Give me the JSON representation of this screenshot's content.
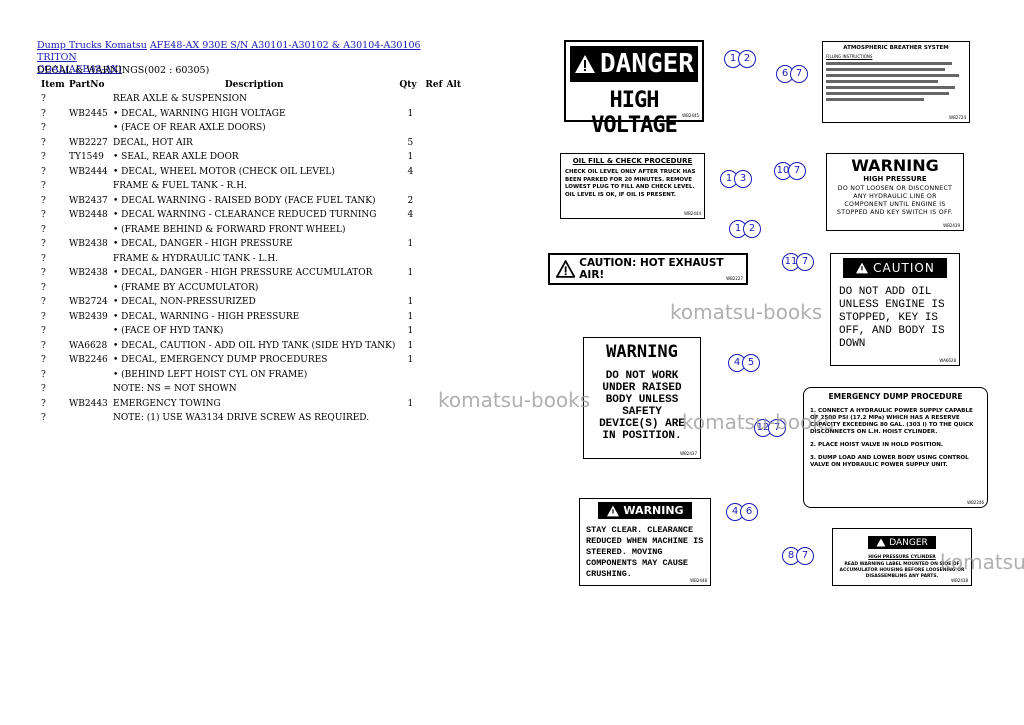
{
  "breadcrumb": {
    "link1": "Dump Trucks Komatsu",
    "link2": "AFE48-AX 930E S/N A30101-A30102 & A30104-A30106 TRITON",
    "link3": "COAL(AFE48-AX)"
  },
  "subtitle": "DECAL & WARNINGS(002 : 60305)",
  "table": {
    "headers": {
      "item": "Item",
      "part": "PartNo",
      "desc": "Description",
      "qty": "Qty",
      "ref": "Ref",
      "alt": "Alt"
    },
    "rows": [
      {
        "item": "?",
        "part": "",
        "desc": "REAR AXLE & SUSPENSION",
        "qty": ""
      },
      {
        "item": "?",
        "part": "WB2445",
        "desc": "• DECAL, WARNING HIGH VOLTAGE",
        "qty": "1"
      },
      {
        "item": "?",
        "part": "",
        "desc": "• (FACE OF REAR AXLE DOORS)",
        "qty": ""
      },
      {
        "item": "?",
        "part": "WB2227",
        "desc": "DECAL, HOT AIR",
        "qty": "5"
      },
      {
        "item": "?",
        "part": "TY1549",
        "desc": "• SEAL, REAR AXLE DOOR",
        "qty": "1"
      },
      {
        "item": "?",
        "part": "WB2444",
        "desc": "• DECAL, WHEEL MOTOR (CHECK OIL LEVEL)",
        "qty": "4"
      },
      {
        "item": "?",
        "part": "",
        "desc": "FRAME & FUEL TANK - R.H.",
        "qty": ""
      },
      {
        "item": "?",
        "part": "WB2437",
        "desc": "• DECAL WARNING - RAISED BODY (FACE FUEL TANK)",
        "qty": "2"
      },
      {
        "item": "?",
        "part": "WB2448",
        "desc": "• DECAL WARNING - CLEARANCE REDUCED TURNING",
        "qty": "4"
      },
      {
        "item": "?",
        "part": "",
        "desc": "• (FRAME BEHIND & FORWARD FRONT WHEEL)",
        "qty": ""
      },
      {
        "item": "?",
        "part": "WB2438",
        "desc": "• DECAL, DANGER - HIGH PRESSURE",
        "qty": "1"
      },
      {
        "item": "?",
        "part": "",
        "desc": "FRAME & HYDRAULIC TANK - L.H.",
        "qty": ""
      },
      {
        "item": "?",
        "part": "WB2438",
        "desc": "• DECAL, DANGER - HIGH PRESSURE ACCUMULATOR",
        "qty": "1"
      },
      {
        "item": "?",
        "part": "",
        "desc": "• (FRAME BY ACCUMULATOR)",
        "qty": ""
      },
      {
        "item": "?",
        "part": "WB2724",
        "desc": "• DECAL, NON-PRESSURIZED",
        "qty": "1"
      },
      {
        "item": "?",
        "part": "WB2439",
        "desc": "• DECAL, WARNING - HIGH PRESSURE",
        "qty": "1"
      },
      {
        "item": "?",
        "part": "",
        "desc": "• (FACE OF HYD TANK)",
        "qty": "1"
      },
      {
        "item": "?",
        "part": "WA6628",
        "desc": "• DECAL, CAUTION - ADD OIL HYD TANK (SIDE HYD TANK)",
        "qty": "1"
      },
      {
        "item": "?",
        "part": "WB2246",
        "desc": "• DECAL, EMERGENCY DUMP PROCEDURES",
        "qty": "1"
      },
      {
        "item": "?",
        "part": "",
        "desc": "• (BEHIND LEFT HOIST CYL ON FRAME)",
        "qty": ""
      },
      {
        "item": "?",
        "part": "",
        "desc": "NOTE: NS = NOT SHOWN",
        "qty": ""
      },
      {
        "item": "?",
        "part": "WB2443",
        "desc": "EMERGENCY TOWING",
        "qty": "1"
      },
      {
        "item": "?",
        "part": "",
        "desc": "NOTE: (1) USE WA3134 DRIVE SCREW AS REQUIRED.",
        "qty": ""
      }
    ]
  },
  "decals": {
    "danger_hv": {
      "header": "DANGER",
      "body": "HIGH VOLTAGE",
      "partno": "WB2445"
    },
    "breather": {
      "title": "ATMOSPHERIC BREATHER SYSTEM",
      "sub": "FILLING INSTRUCTIONS",
      "partno": "WB2724"
    },
    "oilfill": {
      "title": "OIL FILL & CHECK PROCEDURE",
      "body": "CHECK OIL LEVEL ONLY AFTER TRUCK HAS BEEN PARKED FOR 20 MINUTES. REMOVE LOWEST PLUG TO FILL AND CHECK LEVEL. OIL LEVEL IS OK, IF OIL IS PRESENT.",
      "partno": "WB2444"
    },
    "warning_hp": {
      "title": "WARNING",
      "sub": "HIGH PRESSURE",
      "body": "DO NOT LOOSEN OR DISCONNECT ANY HYDRAULIC LINE OR COMPONENT UNTIL ENGINE IS STOPPED AND KEY SWITCH IS OFF.",
      "partno": "WB2439"
    },
    "hotair": {
      "text": "CAUTION: HOT EXHAUST AIR!",
      "partno": "WB2227"
    },
    "caution_oil": {
      "header": "CAUTION",
      "body": "DO NOT ADD OIL UNLESS ENGINE IS STOPPED, KEY IS OFF, AND BODY IS DOWN",
      "partno": "WA6628"
    },
    "warning_raised": {
      "title": "WARNING",
      "body": "DO NOT WORK UNDER RAISED BODY UNLESS SAFETY DEVICE(S) ARE IN POSITION.",
      "partno": "WB2437"
    },
    "emergency": {
      "title": "EMERGENCY DUMP PROCEDURE",
      "s1": "1. CONNECT A HYDRAULIC POWER SUPPLY CAPABLE OF 2500 PSI (17.2 MPa) WHICH HAS A RESERVE CAPACITY EXCEEDING 80 GAL. (303 l) TO THE QUICK DISCONNECTS ON L.H. HOIST CYLINDER.",
      "s2": "2. PLACE HOIST VALVE IN HOLD POSITION.",
      "s3": "3. DUMP LOAD AND LOWER BODY USING CONTROL VALVE ON HYDRAULIC POWER SUPPLY UNIT.",
      "partno": "WB2246"
    },
    "warning_clear": {
      "header": "WARNING",
      "body": "STAY CLEAR. CLEARANCE REDUCED WHEN MACHINE IS STEERED. MOVING COMPONENTS MAY CAUSE CRUSHING.",
      "partno": "WB2448"
    },
    "danger_acc": {
      "header": "DANGER",
      "sub": "HIGH PRESSURE CYLINDER",
      "body": "READ WARNING LABEL MOUNTED ON SIDE OF ACCUMULATOR HOUSING BEFORE LOOSENING OR DISASSEMBLING ANY PARTS.",
      "partno": "WB2438"
    }
  },
  "callouts": {
    "c1": [
      "1",
      "2"
    ],
    "c2": [
      "6",
      "7"
    ],
    "c3": [
      "1",
      "3"
    ],
    "c4": [
      "10",
      "7"
    ],
    "c5": [
      "1",
      "2"
    ],
    "c6": [
      "11",
      "7"
    ],
    "c7": [
      "4",
      "5"
    ],
    "c8": [
      "12",
      "7"
    ],
    "c9": [
      "4",
      "6"
    ],
    "c10": [
      "8",
      "7"
    ]
  },
  "watermark": "komatsu-books"
}
